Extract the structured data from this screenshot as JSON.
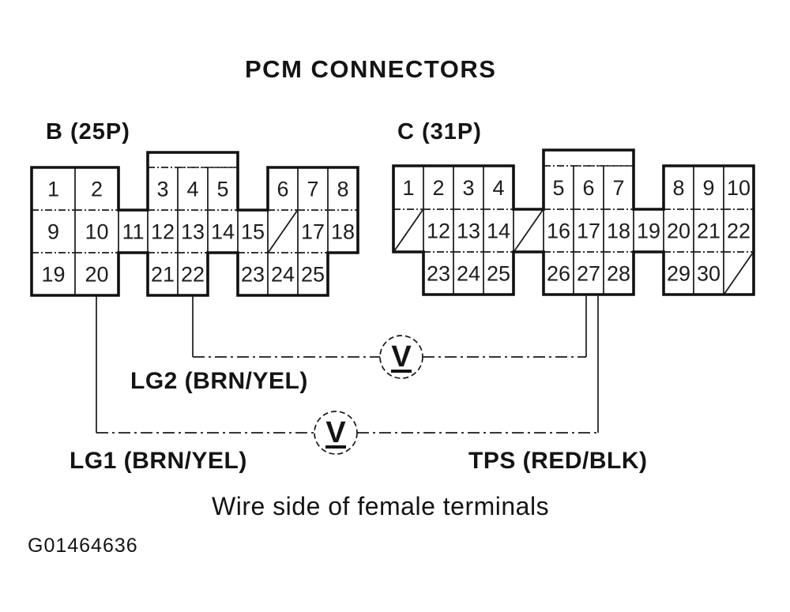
{
  "title": "PCM CONNECTORS",
  "caption": "Wire side of female terminals",
  "figure_code": "G01464636",
  "colors": {
    "ink": "#141414",
    "background": "#ffffff"
  },
  "connectors": [
    {
      "id": "B",
      "label": "B (25P)",
      "cells": [
        {
          "c": 0,
          "r": 0,
          "n": "1"
        },
        {
          "c": 1,
          "r": 0,
          "n": "2"
        },
        {
          "c": 3,
          "r": 0,
          "n": "3"
        },
        {
          "c": 4,
          "r": 0,
          "n": "4"
        },
        {
          "c": 5,
          "r": 0,
          "n": "5"
        },
        {
          "c": 7,
          "r": 0,
          "n": "6"
        },
        {
          "c": 8,
          "r": 0,
          "n": "7"
        },
        {
          "c": 9,
          "r": 0,
          "n": "8"
        },
        {
          "c": 0,
          "r": 1,
          "n": "9"
        },
        {
          "c": 1,
          "r": 1,
          "n": "10"
        },
        {
          "c": 2,
          "r": 1,
          "n": "11"
        },
        {
          "c": 3,
          "r": 1,
          "n": "12"
        },
        {
          "c": 4,
          "r": 1,
          "n": "13"
        },
        {
          "c": 5,
          "r": 1,
          "n": "14"
        },
        {
          "c": 6,
          "r": 1,
          "n": "15"
        },
        {
          "c": 7,
          "r": 1,
          "n": "",
          "blocked": true
        },
        {
          "c": 8,
          "r": 1,
          "n": "17"
        },
        {
          "c": 9,
          "r": 1,
          "n": "18"
        },
        {
          "c": 0,
          "r": 2,
          "n": "19"
        },
        {
          "c": 1,
          "r": 2,
          "n": "20"
        },
        {
          "c": 3,
          "r": 2,
          "n": "21"
        },
        {
          "c": 4,
          "r": 2,
          "n": "22"
        },
        {
          "c": 6,
          "r": 2,
          "n": "23"
        },
        {
          "c": 7,
          "r": 2,
          "n": "24"
        },
        {
          "c": 8,
          "r": 2,
          "n": "25"
        }
      ]
    },
    {
      "id": "C",
      "label": "C (31P)",
      "cells": [
        {
          "c": 0,
          "r": 0,
          "n": "1"
        },
        {
          "c": 1,
          "r": 0,
          "n": "2"
        },
        {
          "c": 2,
          "r": 0,
          "n": "3"
        },
        {
          "c": 3,
          "r": 0,
          "n": "4"
        },
        {
          "c": 5,
          "r": 0,
          "n": "5"
        },
        {
          "c": 6,
          "r": 0,
          "n": "6"
        },
        {
          "c": 7,
          "r": 0,
          "n": "7"
        },
        {
          "c": 9,
          "r": 0,
          "n": "8"
        },
        {
          "c": 10,
          "r": 0,
          "n": "9"
        },
        {
          "c": 11,
          "r": 0,
          "n": "10"
        },
        {
          "c": 0,
          "r": 1,
          "n": "",
          "blocked": true
        },
        {
          "c": 1,
          "r": 1,
          "n": "12"
        },
        {
          "c": 2,
          "r": 1,
          "n": "13"
        },
        {
          "c": 3,
          "r": 1,
          "n": "14"
        },
        {
          "c": 4,
          "r": 1,
          "n": "",
          "blocked": true
        },
        {
          "c": 5,
          "r": 1,
          "n": "16"
        },
        {
          "c": 6,
          "r": 1,
          "n": "17"
        },
        {
          "c": 7,
          "r": 1,
          "n": "18"
        },
        {
          "c": 8,
          "r": 1,
          "n": "19"
        },
        {
          "c": 9,
          "r": 1,
          "n": "20"
        },
        {
          "c": 10,
          "r": 1,
          "n": "21"
        },
        {
          "c": 11,
          "r": 1,
          "n": "22"
        },
        {
          "c": 1,
          "r": 2,
          "n": "23"
        },
        {
          "c": 2,
          "r": 2,
          "n": "24"
        },
        {
          "c": 3,
          "r": 2,
          "n": "25"
        },
        {
          "c": 5,
          "r": 2,
          "n": "26"
        },
        {
          "c": 6,
          "r": 2,
          "n": "27"
        },
        {
          "c": 7,
          "r": 2,
          "n": "28"
        },
        {
          "c": 9,
          "r": 2,
          "n": "29"
        },
        {
          "c": 10,
          "r": 2,
          "n": "30"
        },
        {
          "c": 11,
          "r": 2,
          "n": "",
          "blocked": true
        }
      ]
    }
  ],
  "wire_labels": [
    {
      "id": "lg2",
      "text": "LG2 (BRN/YEL)"
    },
    {
      "id": "lg1",
      "text": "LG1 (BRN/YEL)"
    },
    {
      "id": "tps",
      "text": "TPS (RED/BLK)"
    }
  ],
  "meters": [
    {
      "id": "upper",
      "symbol": "V",
      "type": "voltmeter"
    },
    {
      "id": "lower",
      "symbol": "V",
      "type": "voltmeter"
    }
  ]
}
